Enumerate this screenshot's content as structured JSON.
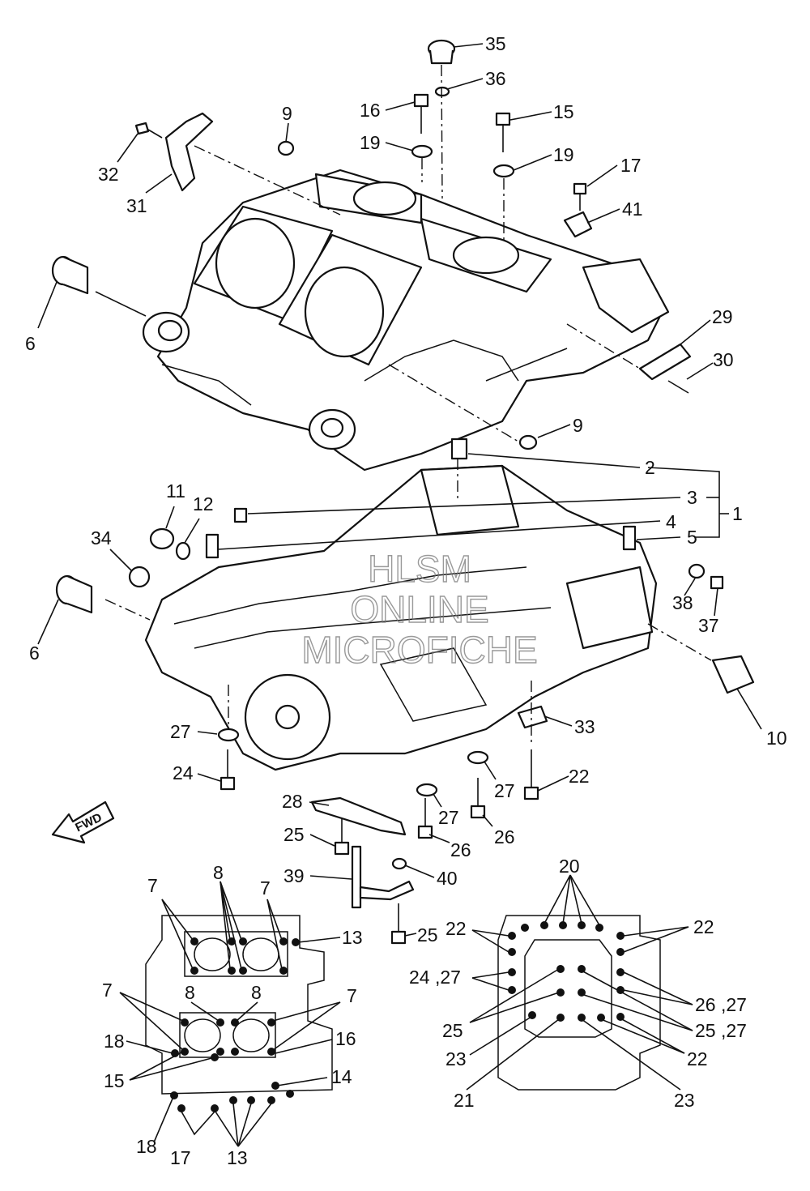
{
  "callouts": [
    "35",
    "36",
    "16",
    "15",
    "9",
    "19",
    "19",
    "17",
    "41",
    "32",
    "31",
    "6",
    "29",
    "30",
    "9",
    "2",
    "3",
    "1",
    "4",
    "5",
    "11",
    "12",
    "34",
    "38",
    "37",
    "6",
    "10",
    "33",
    "27",
    "24",
    "22",
    "27",
    "28",
    "27",
    "26",
    "26",
    "25",
    "39",
    "40",
    "25",
    "7",
    "8",
    "7",
    "13",
    "7",
    "8",
    "8",
    "7",
    "18",
    "16",
    "15",
    "14",
    "18",
    "17",
    "13",
    "20",
    "22",
    "22",
    "24 ,27",
    "26 ,27",
    "25",
    "25 ,27",
    "23",
    "22",
    "21",
    "23"
  ],
  "watermark": [
    "HLSM",
    "ONLINE",
    "MICROFICHE"
  ],
  "fwd_label": "FWD"
}
